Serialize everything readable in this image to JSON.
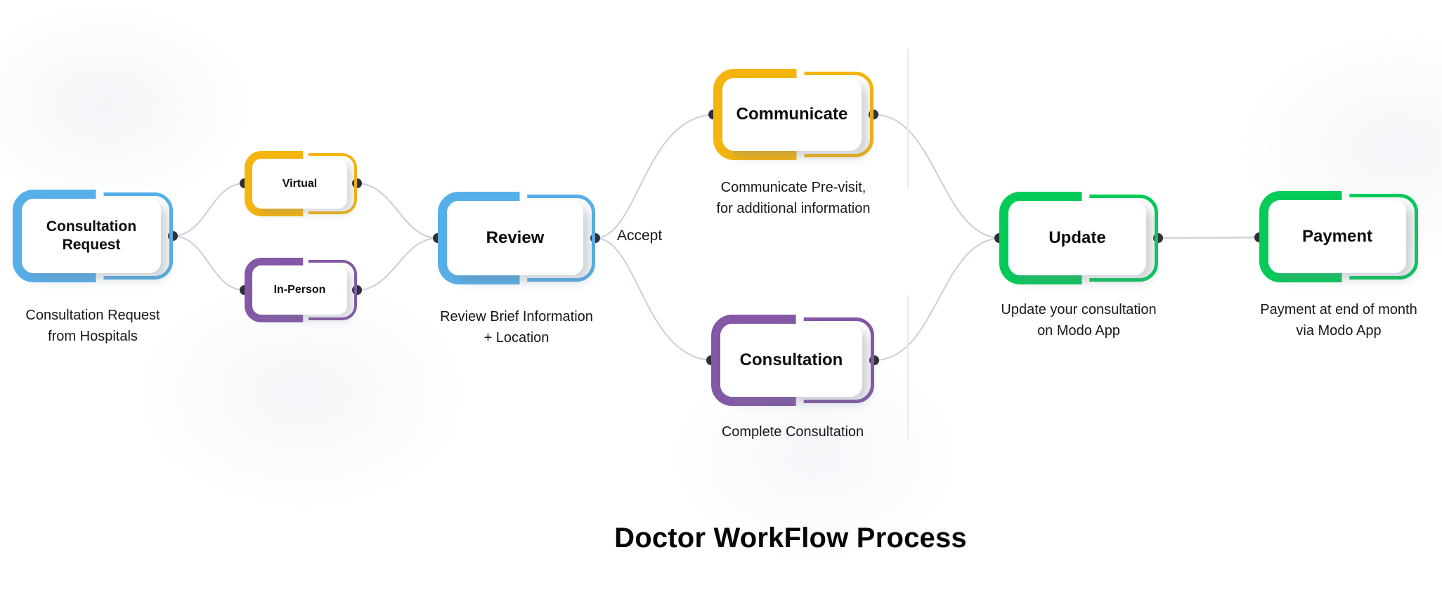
{
  "diagram": {
    "title": "Doctor WorkFlow Process",
    "edge_label": "Accept",
    "nodes": [
      {
        "id": "consultation-request",
        "label": "Consultation Request",
        "accent": "#57AFE9",
        "description_lines": [
          "Consultation Request",
          "from Hospitals"
        ]
      },
      {
        "id": "virtual",
        "label": "Virtual",
        "accent": "#F5B50E"
      },
      {
        "id": "in-person",
        "label": "In-Person",
        "accent": "#8458A6"
      },
      {
        "id": "review",
        "label": "Review",
        "accent": "#57AFE9",
        "description_lines": [
          "Review Brief Information",
          "+ Location"
        ]
      },
      {
        "id": "communicate",
        "label": "Communicate",
        "accent": "#F5B50E",
        "description_lines": [
          "Communicate Pre-visit,",
          "for additional information"
        ]
      },
      {
        "id": "consultation",
        "label": "Consultation",
        "accent": "#8458A6",
        "description_lines": [
          "Complete Consultation"
        ]
      },
      {
        "id": "update",
        "label": "Update",
        "accent": "#05CB58",
        "description_lines": [
          "Update your consultation",
          "on Modo App"
        ]
      },
      {
        "id": "payment",
        "label": "Payment",
        "accent": "#05CB58",
        "description_lines": [
          "Payment at end of month",
          "via Modo App"
        ]
      }
    ],
    "colors": {
      "blue": "#57AFE9",
      "yellow": "#F5B50E",
      "purple": "#8458A6",
      "green": "#05CB58",
      "edge_line": "#C9CFD9",
      "connector_dot": "#2C3136",
      "divider_line": "#EBEBEE",
      "text": "#0C0E12"
    }
  }
}
